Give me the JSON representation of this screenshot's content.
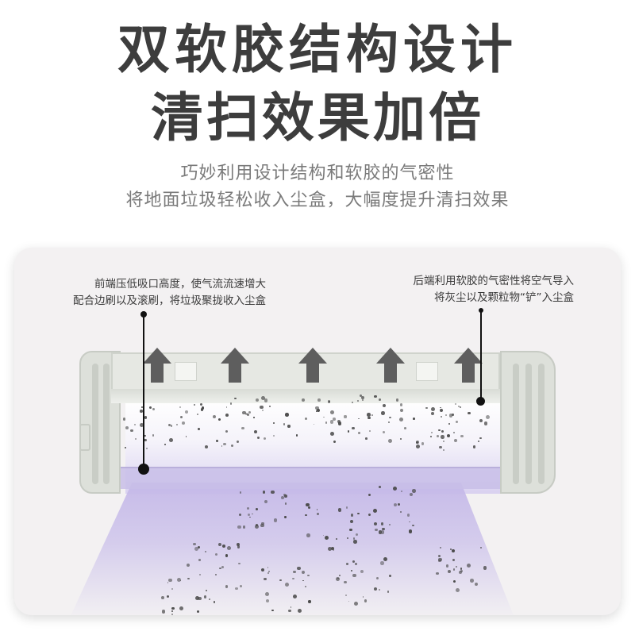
{
  "headline": {
    "line1": "双软胶结构设计",
    "line2": "清扫效果加倍"
  },
  "subheadline": {
    "line1": "巧妙利用设计结构和软胶的气密性",
    "line2": "将地面垃圾轻松收入尘盒，大幅度提升清扫效果"
  },
  "annotations": {
    "front": {
      "line1": "前端压低吸口高度，使气流流速增大",
      "line2": "配合边刷以及滚刷，将垃圾聚拢收入尘盒"
    },
    "rear": {
      "line1": "后端利用软胶的气密性将空气导入",
      "line2": "将灰尘以及颗粒物“铲”入尘盒"
    }
  },
  "illustration": {
    "subject": "robot-vacuum-suction-inlet",
    "airflow_arrows": 5,
    "colors": {
      "card_bg": "#f3f1f2",
      "beam": "#c4b8e8",
      "device": "#dde0da",
      "arrow": "#5e5e5e",
      "title": "#3d3d3d",
      "subtitle": "#7a7a7a"
    }
  }
}
